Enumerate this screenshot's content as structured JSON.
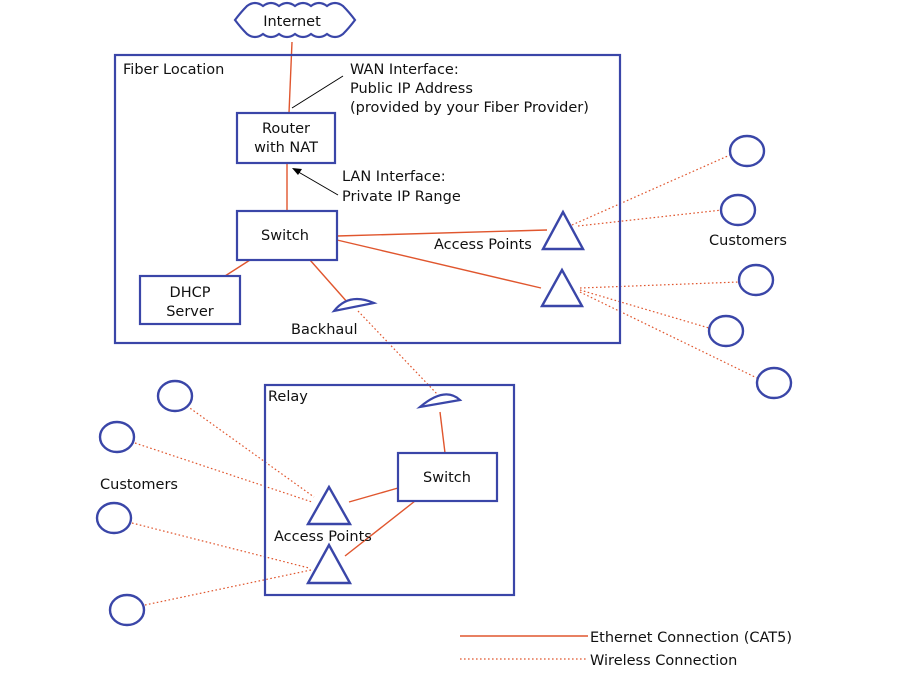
{
  "internet": "Internet",
  "fiber_location": {
    "title": "Fiber Location",
    "router": [
      "Router",
      "with NAT"
    ],
    "switch": "Switch",
    "dhcp": [
      "DHCP",
      "Server"
    ],
    "backhaul": "Backhaul",
    "access_points": "Access Points",
    "customers": "Customers",
    "wan_note": [
      "WAN Interface:",
      "Public IP Address",
      "(provided by your Fiber Provider)"
    ],
    "lan_note": [
      "LAN Interface:",
      "Private IP Range"
    ]
  },
  "relay": {
    "title": "Relay",
    "switch": "Switch",
    "access_points": "Access Points",
    "customers": "Customers"
  },
  "legend": {
    "ethernet": "Ethernet Connection (CAT5)",
    "wireless": "Wireless Connection"
  },
  "colors": {
    "node_outline": "#3a46a8",
    "connection": "#e0562e"
  }
}
